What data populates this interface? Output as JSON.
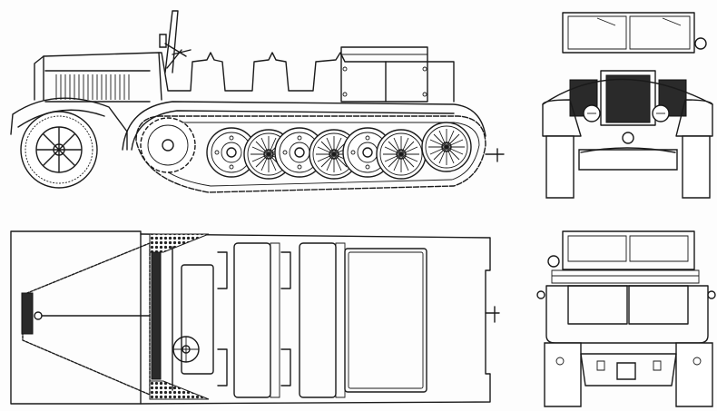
{
  "drawing": {
    "subject": "Half-track vehicle, four-view line drawing",
    "line_color": "#1a1a1a",
    "background": "#fdfdfd",
    "views": [
      {
        "id": "side",
        "label": "Left side elevation"
      },
      {
        "id": "front",
        "label": "Front elevation"
      },
      {
        "id": "top",
        "label": "Plan view (top)"
      },
      {
        "id": "rear",
        "label": "Rear elevation"
      }
    ],
    "side_view": {
      "front_wheel_spokes": 8,
      "road_wheels_visible": 7,
      "drive_sprocket": 1,
      "seat_rows": 3
    }
  }
}
